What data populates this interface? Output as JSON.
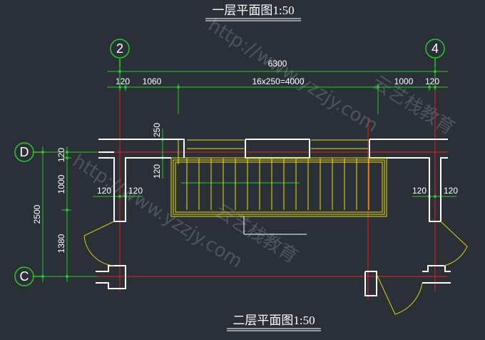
{
  "titles": {
    "top": "一层平面图1:50",
    "bottom": "二层平面图1:50"
  },
  "axes": {
    "left": "2",
    "right": "4",
    "top_row": "D",
    "bottom_row": "C"
  },
  "dimensions": {
    "overall": "6300",
    "seg1": "120",
    "seg2": "1060",
    "seg3": "16x250=4000",
    "seg4": "1000",
    "seg5": "120",
    "v_total": "2500",
    "v_top": "120",
    "v_mid": "1000",
    "v_bot": "1380",
    "stair_top": "250",
    "stair_side": "120",
    "wall_l1": "120",
    "wall_l2": "120",
    "wall_r1": "120",
    "wall_r2": "120"
  },
  "watermark": {
    "url_a": "http://www.yzzjy.com",
    "brand": "云艺栈教育",
    "url_b": "http://www.yzzjy.com",
    "brand_b": "云艺栈教育"
  },
  "colors": {
    "background": "#2b3038",
    "wall": "#ffffff",
    "axis": "#e02020",
    "dim_line": "#22cc22",
    "stair": "#e8e000",
    "door": "#d8d000"
  }
}
